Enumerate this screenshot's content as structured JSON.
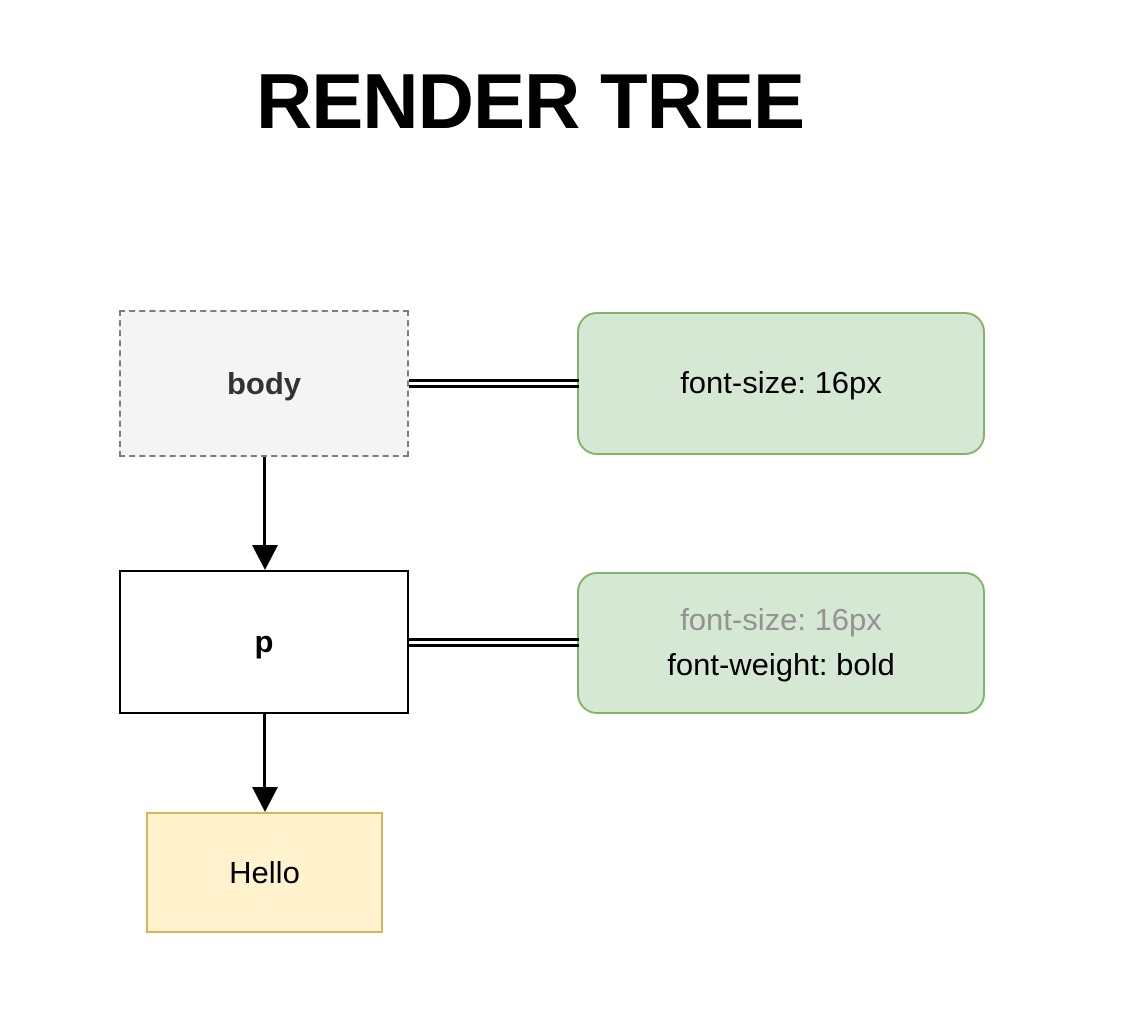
{
  "title": "RENDER TREE",
  "colors": {
    "dom_node_fill": "#f4f4f4",
    "dom_node_border": "#7d7d7d",
    "element_fill": "#ffffff",
    "element_border": "#000000",
    "text_node_fill": "#fff2cc",
    "text_node_border": "#d6b656",
    "style_fill": "#d5e8d4",
    "style_border": "#82b366",
    "muted_text": "#939393",
    "text": "#000000"
  },
  "nodes": {
    "body": {
      "label": "body"
    },
    "p": {
      "label": "p"
    },
    "text": {
      "label": "Hello"
    }
  },
  "style_boxes": [
    {
      "declarations": [
        {
          "text": "font-size: 16px",
          "muted": false
        }
      ]
    },
    {
      "declarations": [
        {
          "text": "font-size: 16px",
          "muted": true
        },
        {
          "text": "font-weight: bold",
          "muted": false
        }
      ]
    }
  ],
  "connectors": [
    {
      "from": "body",
      "to": "style-box-1",
      "style": "double-line",
      "arrowhead": false
    },
    {
      "from": "p",
      "to": "style-box-2",
      "style": "double-line",
      "arrowhead": false
    },
    {
      "from": "body",
      "to": "p",
      "style": "single-line",
      "arrowhead": true
    },
    {
      "from": "p",
      "to": "text",
      "style": "single-line",
      "arrowhead": true
    }
  ]
}
